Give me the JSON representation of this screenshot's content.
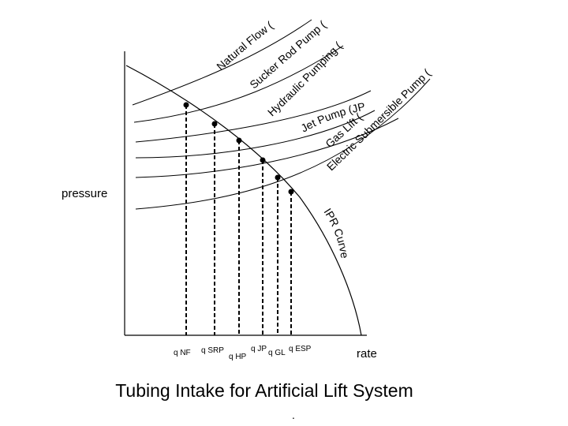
{
  "diagram": {
    "title": "Tubing Intake for Artificial Lift System",
    "subtitle": ".",
    "y_axis_label": "pressure",
    "x_axis_label": "rate",
    "ipr_label": "IPR Curve",
    "methods": [
      {
        "name": "Natural Flow (NF)",
        "q_label": "q NF"
      },
      {
        "name": "Sucker Rod Pump (SRP)",
        "q_label": "q SRP"
      },
      {
        "name": "Hydraulic Pumping (HP)",
        "q_label": "q HP"
      },
      {
        "name": "Jet Pump (JP)",
        "q_label": "q JP"
      },
      {
        "name": "Gas Lift (GL)",
        "q_label": "q GL"
      },
      {
        "name": "Electric Submersible Pump (ESP)",
        "q_label": "q ESP"
      }
    ]
  }
}
